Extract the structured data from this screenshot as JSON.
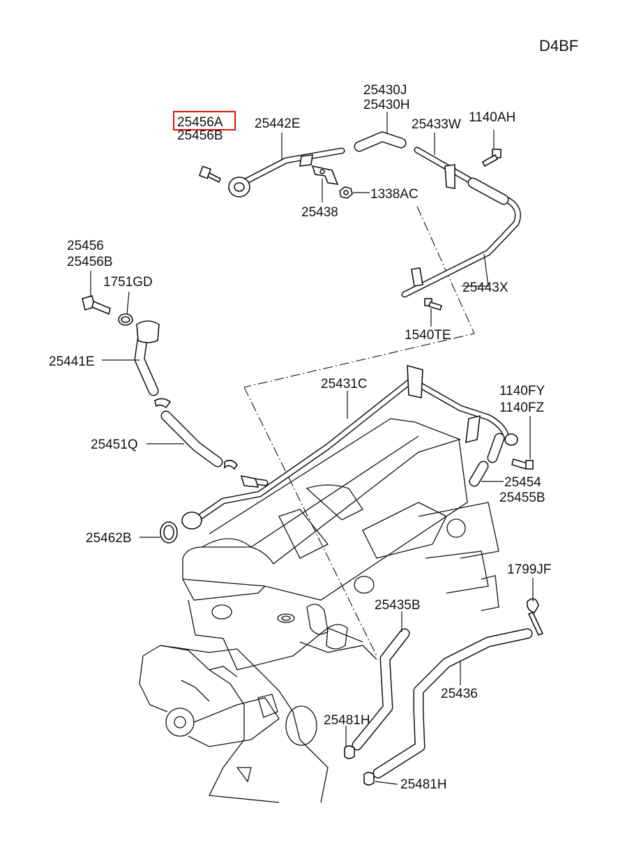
{
  "diagram": {
    "code": "D4BF",
    "highlighted_part": "25456A",
    "labels": {
      "p25456A": "25456A",
      "p25456B_top": "25456B",
      "p25442E": "25442E",
      "p25430J": "25430J",
      "p25430H": "25430H",
      "p25433W": "25433W",
      "p1140AH": "1140AH",
      "p1338AC": "1338AC",
      "p25438": "25438",
      "p25456": "25456",
      "p25456B": "25456B",
      "p1751GD": "1751GD",
      "p25443X": "25443X",
      "p1540TE": "1540TE",
      "p25441E": "25441E",
      "p25431C": "25431C",
      "p1140FY": "1140FY",
      "p1140FZ": "1140FZ",
      "p25451Q": "25451Q",
      "p25454": "25454",
      "p25455B": "25455B",
      "p25462B": "25462B",
      "p1799JF": "1799JF",
      "p25435B": "25435B",
      "p25436": "25436",
      "p25481H_a": "25481H",
      "p25481H_b": "25481H"
    }
  }
}
